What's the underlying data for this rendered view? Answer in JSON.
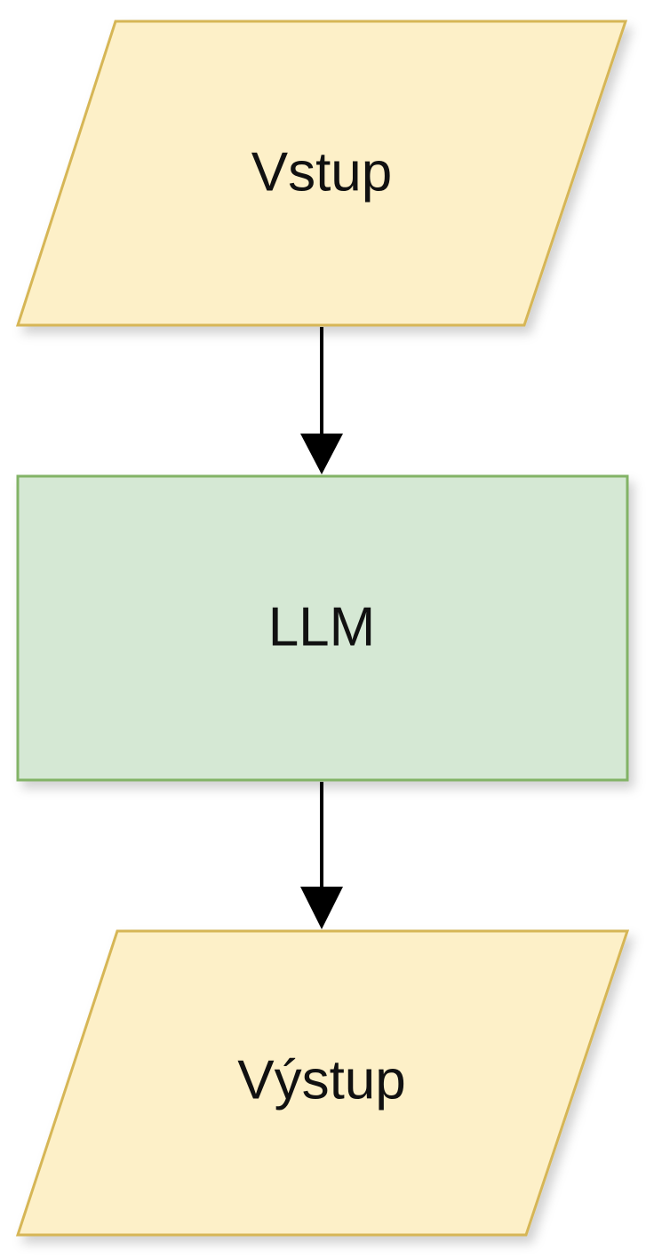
{
  "diagram": {
    "nodes": [
      {
        "id": "input",
        "shape": "parallelogram",
        "label": "Vstup"
      },
      {
        "id": "llm",
        "shape": "rectangle",
        "label": "LLM"
      },
      {
        "id": "output",
        "shape": "parallelogram",
        "label": "Výstup"
      }
    ],
    "edges": [
      {
        "from": "input",
        "to": "llm"
      },
      {
        "from": "llm",
        "to": "output"
      }
    ]
  },
  "colors": {
    "io_fill": "#fdf0c8",
    "io_stroke": "#d6b656",
    "process_fill": "#d5e8d4",
    "process_stroke": "#82b366",
    "arrow": "#000000"
  }
}
